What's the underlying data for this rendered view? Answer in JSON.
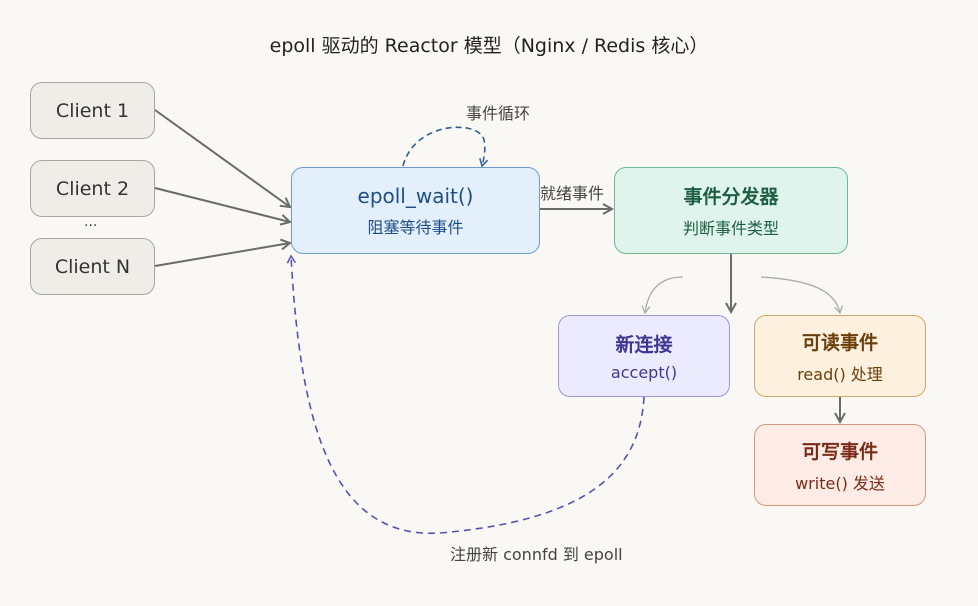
{
  "title": "epoll 驱动的 Reactor 模型（Nginx / Redis 核心）",
  "clients": [
    {
      "label": "Client 1"
    },
    {
      "label": "Client 2"
    },
    {
      "label": "Client N"
    }
  ],
  "ellipsis": "...",
  "nodes": {
    "epoll_wait": {
      "title": "epoll_wait()",
      "subtitle": "阻塞等待事件",
      "color": "#1f4e84",
      "fill": "#e4effc",
      "border": "#6f9bd0"
    },
    "dispatcher": {
      "title": "事件分发器",
      "subtitle": "判断事件类型",
      "color": "#1e5e45",
      "fill": "#dff4ec",
      "border": "#6fb89a"
    },
    "new_conn": {
      "title": "新连接",
      "subtitle": "accept()",
      "color": "#3e3690",
      "fill": "#ebebfd",
      "border": "#9a96df"
    },
    "readable": {
      "title": "可读事件",
      "subtitle": "read() 处理",
      "color": "#6a3f0c",
      "fill": "#fdf0de",
      "border": "#d4a76a"
    },
    "writable": {
      "title": "可写事件",
      "subtitle": "write() 发送",
      "color": "#7a2a16",
      "fill": "#fdece6",
      "border": "#d49882"
    }
  },
  "edge_labels": {
    "event_loop": "事件循环",
    "ready_events": "就绪事件",
    "register": "注册新 connfd 到 epoll"
  }
}
